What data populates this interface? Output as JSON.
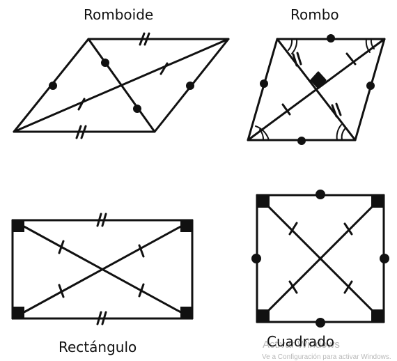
{
  "shapes": {
    "romboide": {
      "label": "Romboide"
    },
    "rombo": {
      "label": "Rombo"
    },
    "rectangulo": {
      "label": "Rectángulo"
    },
    "cuadrado": {
      "label": "Cuadrado"
    }
  },
  "watermark": {
    "title": "Activar Windows",
    "subtitle": "Ve a Configuración para activar Windows."
  },
  "colors": {
    "ink": "#111111",
    "watermark": "#b9b9b9"
  }
}
